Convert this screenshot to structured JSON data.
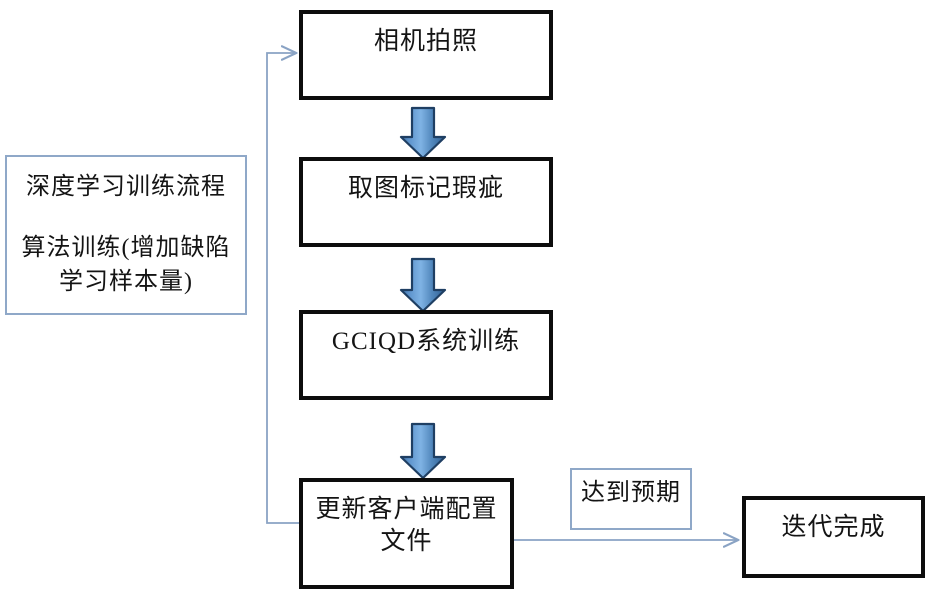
{
  "diagram": {
    "title_note": {
      "line1": "深度学习训练流程",
      "line2": "算法训练(增加缺陷\n学习样本量)"
    },
    "nodes": [
      {
        "id": "camera-capture",
        "label": "相机拍照"
      },
      {
        "id": "mark-defect",
        "label": "取图标记瑕疵"
      },
      {
        "id": "gciqd-training",
        "label": "GCIQD系统训练"
      },
      {
        "id": "update-client-config",
        "label": "更新客户端配置\n文件"
      },
      {
        "id": "iteration-complete",
        "label": "迭代完成"
      }
    ],
    "edge_labels": [
      {
        "id": "meets-expectation",
        "label": "达到预期"
      }
    ],
    "colors": {
      "box_border": "#0d0d0d",
      "note_border": "#8fa8c8",
      "arrow_fill_light": "#6ba4dd",
      "arrow_fill_dark": "#2f5f92",
      "arrow_stroke": "#1f3f63",
      "connector_line": "#8aa3c4",
      "text": "#141414",
      "background": "#ffffff"
    }
  }
}
